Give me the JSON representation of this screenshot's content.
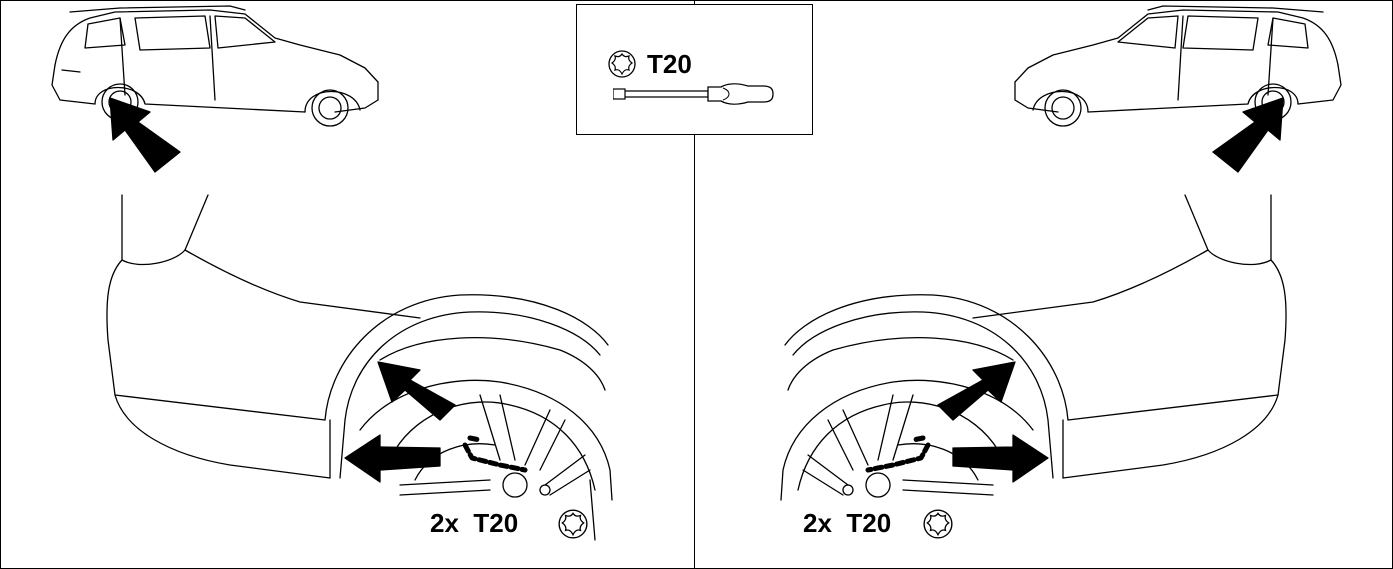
{
  "toolbox": {
    "tool_name": "T20",
    "torx_icon": "torx-bit-icon",
    "screwdriver_icon": "screwdriver-icon"
  },
  "left_panel": {
    "quantity_label": "2x  T20",
    "torx_icon": "torx-bit-icon",
    "car_view": "car-rear-left-icon"
  },
  "right_panel": {
    "quantity_label": "2x  T20",
    "torx_icon": "torx-bit-icon",
    "car_view": "car-rear-right-icon"
  },
  "colors": {
    "line": "#000000",
    "background": "#ffffff"
  }
}
